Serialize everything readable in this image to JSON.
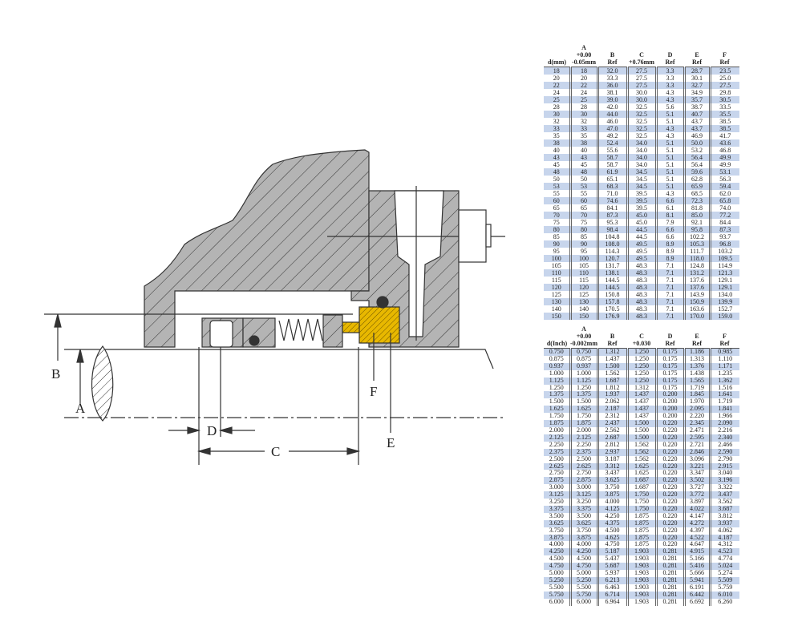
{
  "drawing": {
    "labels": {
      "A": "A",
      "B": "B",
      "C": "C",
      "D": "D",
      "E": "E",
      "F": "F"
    },
    "colors": {
      "body": "#b4b4b4",
      "face": "#e8b800",
      "line": "#333333"
    }
  },
  "metric_table": {
    "headers": [
      "d(mm)",
      "A\n+0.00\n-0.05mm",
      "B\nRef",
      "C\n+0.76mm",
      "D\nRef",
      "E\nRef",
      "F\nRef"
    ],
    "rows": [
      [
        "18",
        "18",
        "32.0",
        "27.5",
        "3.3",
        "28.7",
        "23.5"
      ],
      [
        "20",
        "20",
        "33.3",
        "27.5",
        "3.3",
        "30.1",
        "25.0"
      ],
      [
        "22",
        "22",
        "36.0",
        "27.5",
        "3.3",
        "32.7",
        "27.5"
      ],
      [
        "24",
        "24",
        "38.1",
        "30.0",
        "4.3",
        "34.9",
        "29.8"
      ],
      [
        "25",
        "25",
        "39.0",
        "30.0",
        "4.3",
        "35.7",
        "30.5"
      ],
      [
        "28",
        "28",
        "42.0",
        "32.5",
        "5.6",
        "38.7",
        "33.5"
      ],
      [
        "30",
        "30",
        "44.0",
        "32.5",
        "5.1",
        "40.7",
        "35.5"
      ],
      [
        "32",
        "32",
        "46.0",
        "32.5",
        "5.1",
        "43.7",
        "38.5"
      ],
      [
        "33",
        "33",
        "47.0",
        "32.5",
        "4.3",
        "43.7",
        "38.5"
      ],
      [
        "35",
        "35",
        "49.2",
        "32.5",
        "4.3",
        "46.9",
        "41.7"
      ],
      [
        "38",
        "38",
        "52.4",
        "34.0",
        "5.1",
        "50.0",
        "43.6"
      ],
      [
        "40",
        "40",
        "55.6",
        "34.0",
        "5.1",
        "53.2",
        "46.8"
      ],
      [
        "43",
        "43",
        "58.7",
        "34.0",
        "5.1",
        "56.4",
        "49.9"
      ],
      [
        "45",
        "45",
        "58.7",
        "34.0",
        "5.1",
        "56.4",
        "49.9"
      ],
      [
        "48",
        "48",
        "61.9",
        "34.5",
        "5.1",
        "59.6",
        "53.1"
      ],
      [
        "50",
        "50",
        "65.1",
        "34.5",
        "5.1",
        "62.8",
        "56.3"
      ],
      [
        "53",
        "53",
        "68.3",
        "34.5",
        "5.1",
        "65.9",
        "59.4"
      ],
      [
        "55",
        "55",
        "71.0",
        "39.5",
        "4.3",
        "68.5",
        "62.0"
      ],
      [
        "60",
        "60",
        "74.6",
        "39.5",
        "6.6",
        "72.3",
        "65.8"
      ],
      [
        "65",
        "65",
        "84.1",
        "39.5",
        "6.1",
        "81.8",
        "74.0"
      ],
      [
        "70",
        "70",
        "87.3",
        "45.0",
        "8.1",
        "85.0",
        "77.2"
      ],
      [
        "75",
        "75",
        "95.3",
        "45.0",
        "7.9",
        "92.1",
        "84.4"
      ],
      [
        "80",
        "80",
        "98.4",
        "44.5",
        "6.6",
        "95.8",
        "87.3"
      ],
      [
        "85",
        "85",
        "104.8",
        "44.5",
        "6.6",
        "102.2",
        "93.7"
      ],
      [
        "90",
        "90",
        "108.0",
        "49.5",
        "8.9",
        "105.3",
        "96.8"
      ],
      [
        "95",
        "95",
        "114.3",
        "49.5",
        "8.9",
        "111.7",
        "103.2"
      ],
      [
        "100",
        "100",
        "120.7",
        "49.5",
        "8.9",
        "118.0",
        "109.5"
      ],
      [
        "105",
        "105",
        "131.7",
        "48.3",
        "7.1",
        "124.8",
        "114.9"
      ],
      [
        "110",
        "110",
        "138.1",
        "48.3",
        "7.1",
        "131.2",
        "121.3"
      ],
      [
        "115",
        "115",
        "144.5",
        "48.3",
        "7.1",
        "137.6",
        "129.1"
      ],
      [
        "120",
        "120",
        "144.5",
        "48.3",
        "7.1",
        "137.6",
        "129.1"
      ],
      [
        "125",
        "125",
        "150.8",
        "48.3",
        "7.1",
        "143.9",
        "134.0"
      ],
      [
        "130",
        "130",
        "157.8",
        "48.3",
        "7.1",
        "150.9",
        "139.9"
      ],
      [
        "140",
        "140",
        "170.5",
        "48.3",
        "7.1",
        "163.6",
        "152.7"
      ],
      [
        "150",
        "150",
        "176.9",
        "48.3",
        "7.1",
        "170.0",
        "159.0"
      ]
    ]
  },
  "inch_table": {
    "headers": [
      "d(Inch)",
      "A\n+0.00\n-0.002mm",
      "B\nRef",
      "C\n+0.030",
      "D\nRef",
      "E\nRef",
      "F\nRef"
    ],
    "rows": [
      [
        "0.750",
        "0.750",
        "1.312",
        "1.250",
        "0.175",
        "1.186",
        "0.985"
      ],
      [
        "0.875",
        "0.875",
        "1.437",
        "1.250",
        "0.175",
        "1.313",
        "1.110"
      ],
      [
        "0.937",
        "0.937",
        "1.500",
        "1.250",
        "0.175",
        "1.376",
        "1.171"
      ],
      [
        "1.000",
        "1.000",
        "1.562",
        "1.250",
        "0.175",
        "1.438",
        "1.235"
      ],
      [
        "1.125",
        "1.125",
        "1.687",
        "1.250",
        "0.175",
        "1.565",
        "1.362"
      ],
      [
        "1.250",
        "1.250",
        "1.812",
        "1.312",
        "0.175",
        "1.719",
        "1.516"
      ],
      [
        "1.375",
        "1.375",
        "1.937",
        "1.437",
        "0.200",
        "1.845",
        "1.641"
      ],
      [
        "1.500",
        "1.500",
        "2.062",
        "1.437",
        "0.200",
        "1.970",
        "1.719"
      ],
      [
        "1.625",
        "1.625",
        "2.187",
        "1.437",
        "0.200",
        "2.095",
        "1.841"
      ],
      [
        "1.750",
        "1.750",
        "2.312",
        "1.437",
        "0.200",
        "2.220",
        "1.966"
      ],
      [
        "1.875",
        "1.875",
        "2.437",
        "1.500",
        "0.220",
        "2.345",
        "2.090"
      ],
      [
        "2.000",
        "2.000",
        "2.562",
        "1.500",
        "0.220",
        "2.471",
        "2.216"
      ],
      [
        "2.125",
        "2.125",
        "2.687",
        "1.500",
        "0.220",
        "2.595",
        "2.340"
      ],
      [
        "2.250",
        "2.250",
        "2.812",
        "1.562",
        "0.220",
        "2.721",
        "2.466"
      ],
      [
        "2.375",
        "2.375",
        "2.937",
        "1.562",
        "0.220",
        "2.846",
        "2.590"
      ],
      [
        "2.500",
        "2.500",
        "3.187",
        "1.562",
        "0.220",
        "3.096",
        "2.790"
      ],
      [
        "2.625",
        "2.625",
        "3.312",
        "1.625",
        "0.220",
        "3.221",
        "2.915"
      ],
      [
        "2.750",
        "2.750",
        "3.437",
        "1.625",
        "0.220",
        "3.347",
        "3.040"
      ],
      [
        "2.875",
        "2.875",
        "3.625",
        "1.687",
        "0.220",
        "3.502",
        "3.196"
      ],
      [
        "3.000",
        "3.000",
        "3.750",
        "1.687",
        "0.220",
        "3.727",
        "3.322"
      ],
      [
        "3.125",
        "3.125",
        "3.875",
        "1.750",
        "0.220",
        "3.772",
        "3.437"
      ],
      [
        "3.250",
        "3.250",
        "4.000",
        "1.750",
        "0.220",
        "3.897",
        "3.562"
      ],
      [
        "3.375",
        "3.375",
        "4.125",
        "1.750",
        "0.220",
        "4.022",
        "3.687"
      ],
      [
        "3.500",
        "3.500",
        "4.250",
        "1.875",
        "0.220",
        "4.147",
        "3.812"
      ],
      [
        "3.625",
        "3.625",
        "4.375",
        "1.875",
        "0.220",
        "4.272",
        "3.937"
      ],
      [
        "3.750",
        "3.750",
        "4.500",
        "1.875",
        "0.220",
        "4.397",
        "4.062"
      ],
      [
        "3.875",
        "3.875",
        "4.625",
        "1.875",
        "0.220",
        "4.522",
        "4.187"
      ],
      [
        "4.000",
        "4.000",
        "4.750",
        "1.875",
        "0.220",
        "4.647",
        "4.312"
      ],
      [
        "4.250",
        "4.250",
        "5.187",
        "1.903",
        "0.281",
        "4.915",
        "4.523"
      ],
      [
        "4.500",
        "4.500",
        "5.437",
        "1.903",
        "0.281",
        "5.166",
        "4.774"
      ],
      [
        "4.750",
        "4.750",
        "5.687",
        "1.903",
        "0.281",
        "5.416",
        "5.024"
      ],
      [
        "5.000",
        "5.000",
        "5.937",
        "1.903",
        "0.281",
        "5.666",
        "5.274"
      ],
      [
        "5.250",
        "5.250",
        "6.213",
        "1.903",
        "0.281",
        "5.941",
        "5.509"
      ],
      [
        "5.500",
        "5.500",
        "6.463",
        "1.903",
        "0.281",
        "6.191",
        "5.759"
      ],
      [
        "5.750",
        "5.750",
        "6.714",
        "1.903",
        "0.281",
        "6.442",
        "6.010"
      ],
      [
        "6.000",
        "6.000",
        "6.964",
        "1.903",
        "0.281",
        "6.692",
        "6.260"
      ]
    ]
  }
}
